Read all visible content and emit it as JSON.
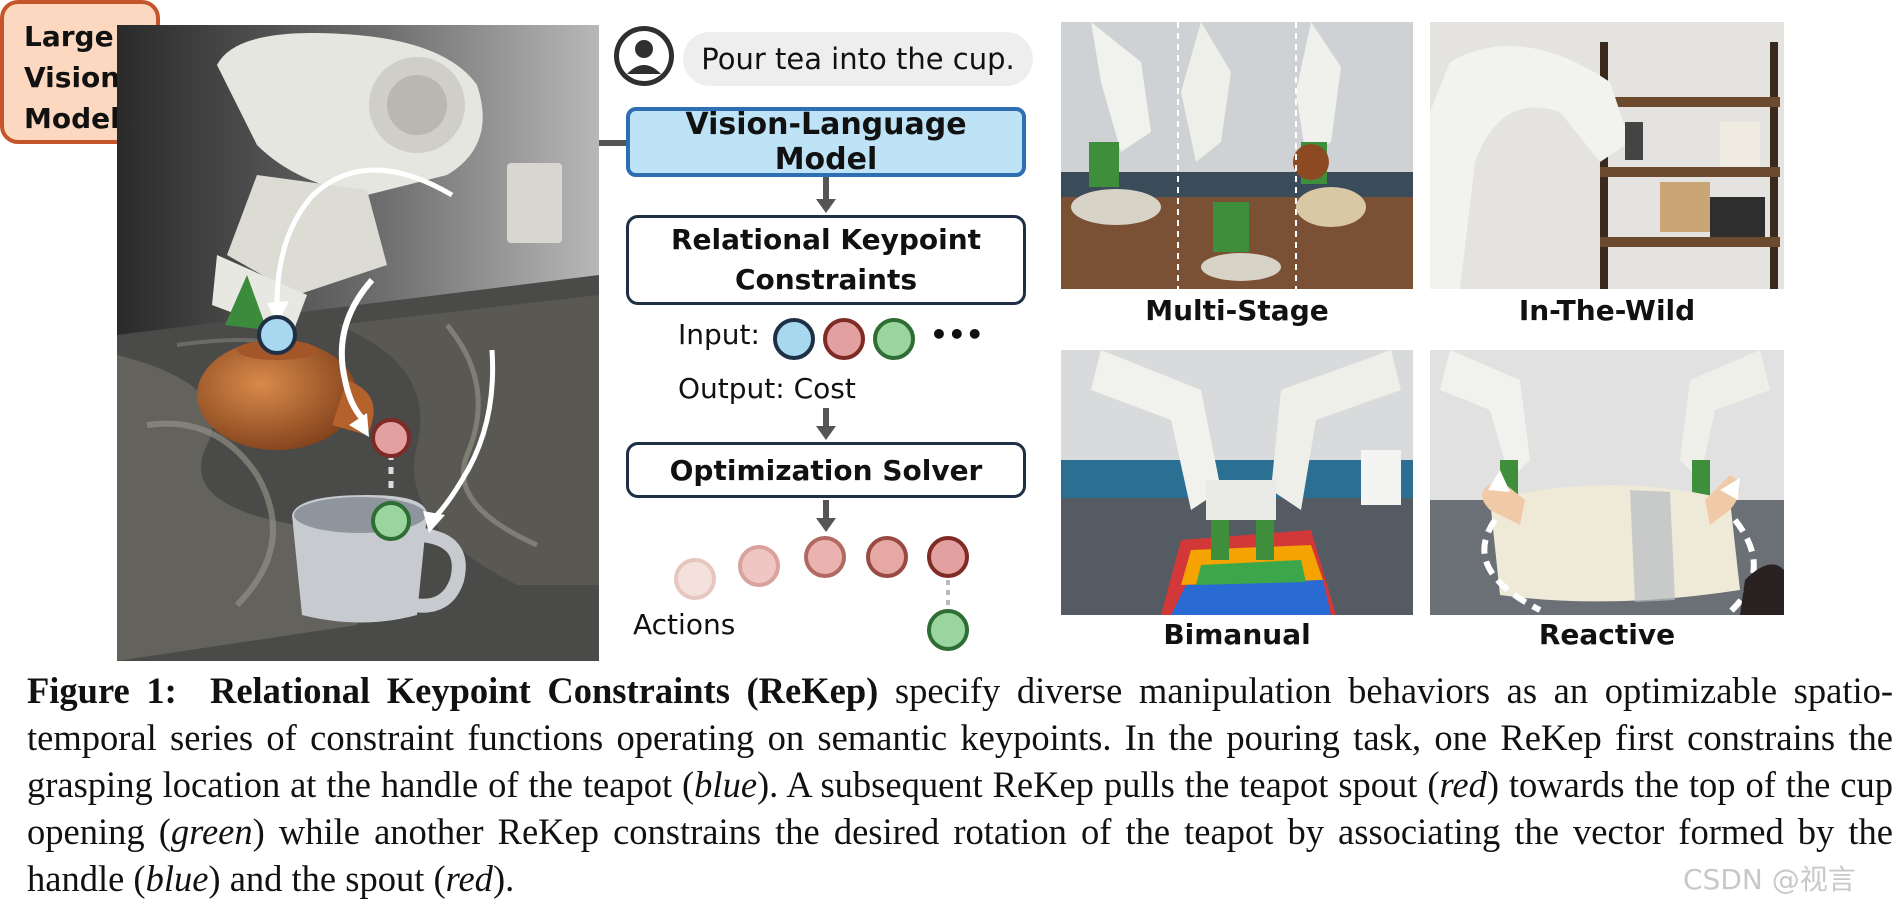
{
  "prompt": {
    "text": "Pour tea into the cup."
  },
  "boxes": {
    "large_vision_model": [
      "Large",
      "Vision",
      "Model"
    ],
    "vision_language_model": "Vision-Language Model",
    "relational_keypoint_constraints": [
      "Relational Keypoint",
      "Constraints"
    ],
    "optimization_solver": "Optimization Solver"
  },
  "io": {
    "input_label": "Input:",
    "ellipsis": "•••",
    "output_label": "Output: Cost",
    "actions_label": "Actions"
  },
  "keypoint_colors": {
    "blue": "#a8d8ef",
    "red": "#e3a0a0",
    "green": "#9ad59e",
    "blue_stroke": "#1f2f45",
    "red_stroke": "#7e2a25",
    "green_stroke": "#2e6d34"
  },
  "photos": {
    "multi_stage": "Multi-Stage",
    "in_the_wild": "In-The-Wild",
    "bimanual": "Bimanual",
    "reactive": "Reactive"
  },
  "caption": {
    "figure_label": "Figure 1:",
    "title": "Relational Keypoint Constraints (ReKep)",
    "p1": " specify diverse manipulation behaviors as an optimizable spatio-temporal series of constraint functions operating on semantic keypoints. In the pouring task, one ReKep first constrains the grasping location at the handle of the teapot (",
    "w_blue1": "blue",
    "p2": "). A subsequent ReKep pulls the teapot spout (",
    "w_red1": "red",
    "p3": ") towards the top of the cup opening (",
    "w_green": "green",
    "p4": ") while another ReKep constrains the desired rotation of the teapot by associating the vector formed by the handle (",
    "w_blue2": "blue",
    "p5": ") and the spout (",
    "w_red2": "red",
    "p6": ")."
  },
  "watermark": "CSDN @视言"
}
